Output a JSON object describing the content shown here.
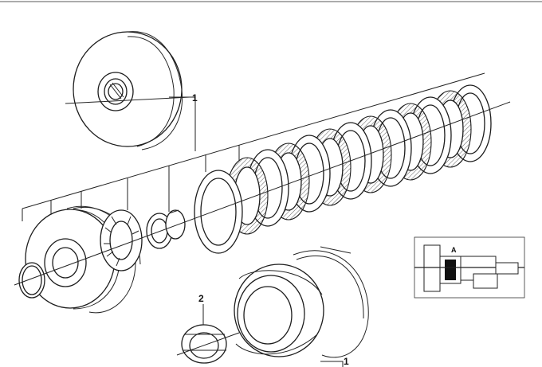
{
  "callouts": {
    "top_right": "1",
    "bottom_right": "1",
    "bottom_left": "2",
    "detail_letter": "A"
  },
  "colors": {
    "ink": "#1c1c1c",
    "paper": "#ffffff",
    "fill_dark": "#111111"
  }
}
